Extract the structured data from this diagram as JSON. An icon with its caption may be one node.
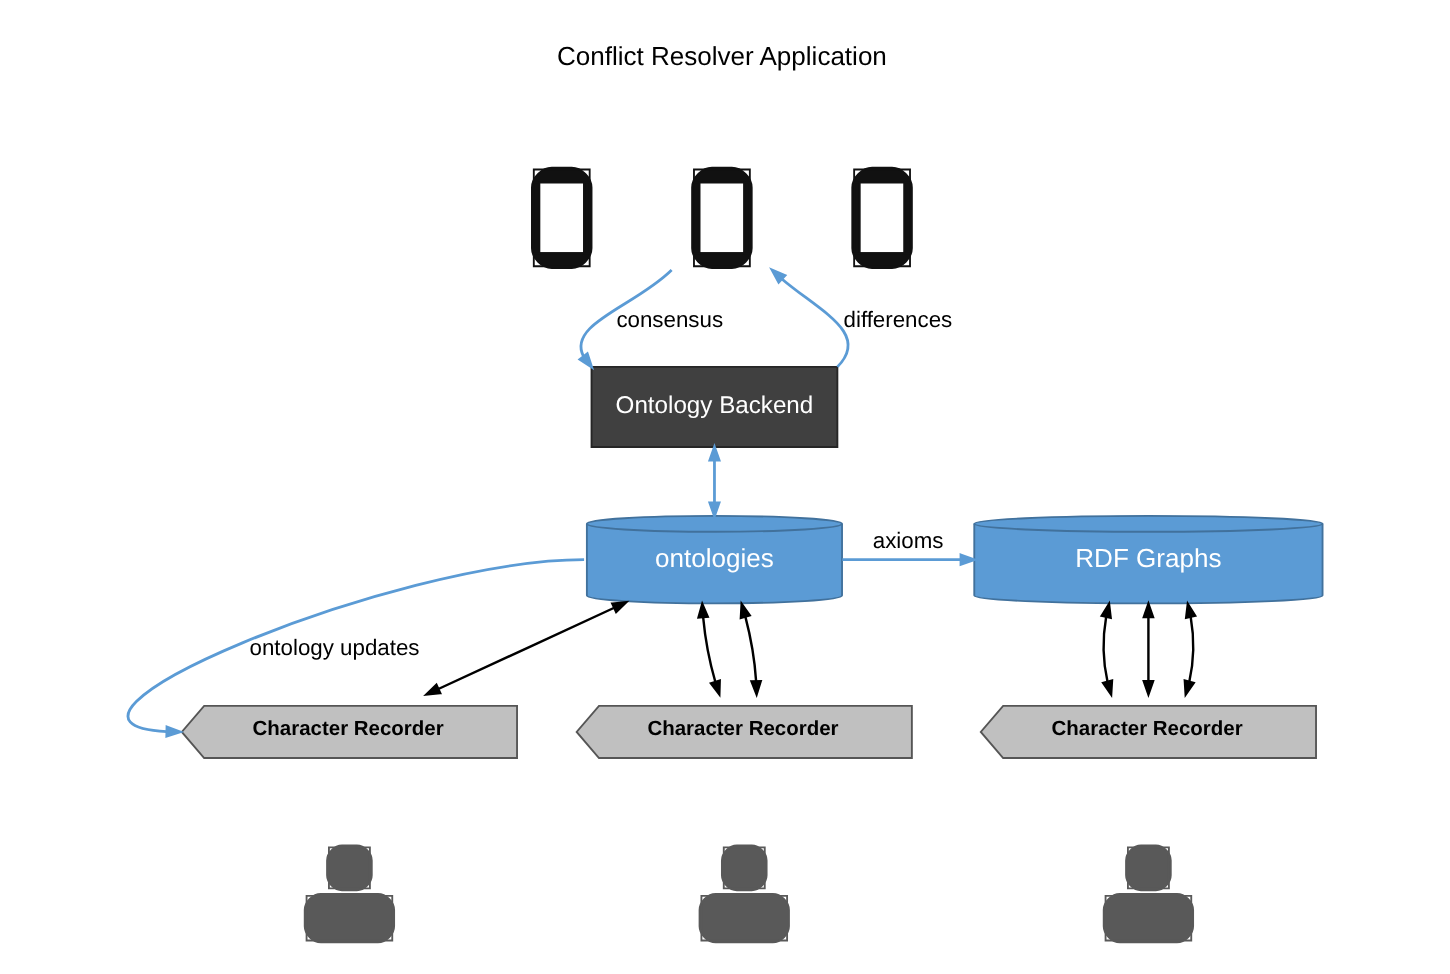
{
  "diagram": {
    "nodes": [
      {
        "text": [],
        "shape": "picture"
      },
      {
        "text": [],
        "shape": "picture"
      },
      {
        "text": [],
        "shape": "picture"
      },
      {
        "text": [
          "Ontology Backend"
        ]
      },
      {
        "text": [
          "ontologies"
        ]
      },
      {
        "text": [
          "RDF Graphs"
        ]
      },
      {
        "text": [
          "Character Recorder"
        ]
      },
      {
        "text": [
          "Character Recorder"
        ]
      },
      {
        "text": [
          "Character Recorder"
        ]
      },
      {
        "text": [],
        "shape": "person"
      },
      {
        "text": [],
        "shape": "person"
      },
      {
        "text": [],
        "shape": "person"
      }
    ],
    "edges": [
      {
        "from": 1,
        "to": 3,
        "arrow": "to",
        "label": "consensus",
        "color": "#5b9bd5"
      },
      {
        "from": 3,
        "to": 1,
        "arrow": "to",
        "label": "differences",
        "color": "#5b9bd5"
      },
      {
        "from": 3,
        "to": 4,
        "arrow": "both",
        "color": "#5b9bd5"
      },
      {
        "from": 4,
        "to": 5,
        "arrow": "to",
        "label": "axioms",
        "color": "#5b9bd5"
      },
      {
        "from": 4,
        "to": 6,
        "arrow": "to",
        "label": "ontology updates",
        "color": "#5b9bd5"
      },
      {
        "from": 4,
        "to": 6,
        "arrow": "both"
      },
      {
        "from": 4,
        "to": 7,
        "arrow": "both"
      },
      {
        "from": 4,
        "to": 7,
        "arrow": "both"
      },
      {
        "from": 5,
        "to": 8,
        "arrow": "both"
      },
      {
        "from": 5,
        "to": 8,
        "arrow": "both"
      },
      {
        "from": 5,
        "to": 8,
        "arrow": "both"
      }
    ],
    "labels": [
      "Conflict Resolver Application"
    ]
  }
}
